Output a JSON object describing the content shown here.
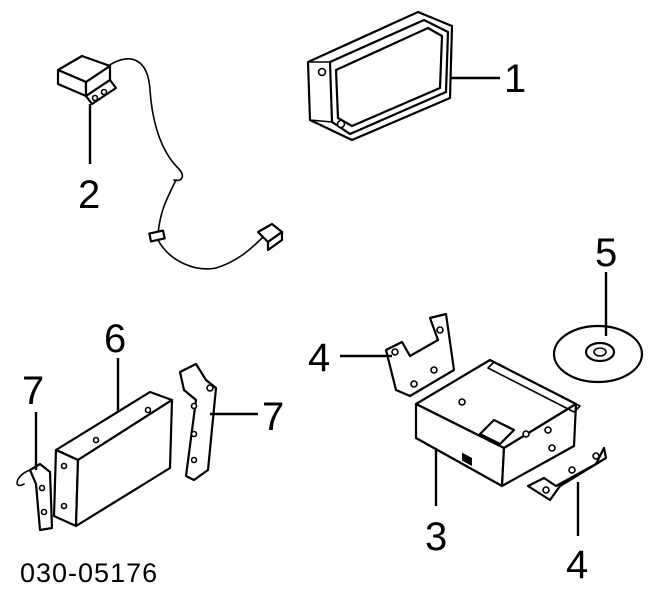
{
  "diagram": {
    "callouts": [
      {
        "id": "c1",
        "label": "1"
      },
      {
        "id": "c2",
        "label": "2"
      },
      {
        "id": "c3",
        "label": "3"
      },
      {
        "id": "c4a",
        "label": "4"
      },
      {
        "id": "c4b",
        "label": "4"
      },
      {
        "id": "c5",
        "label": "5"
      },
      {
        "id": "c6",
        "label": "6"
      },
      {
        "id": "c7a",
        "label": "7"
      },
      {
        "id": "c7b",
        "label": "7"
      }
    ],
    "part_number": "030-05176"
  }
}
